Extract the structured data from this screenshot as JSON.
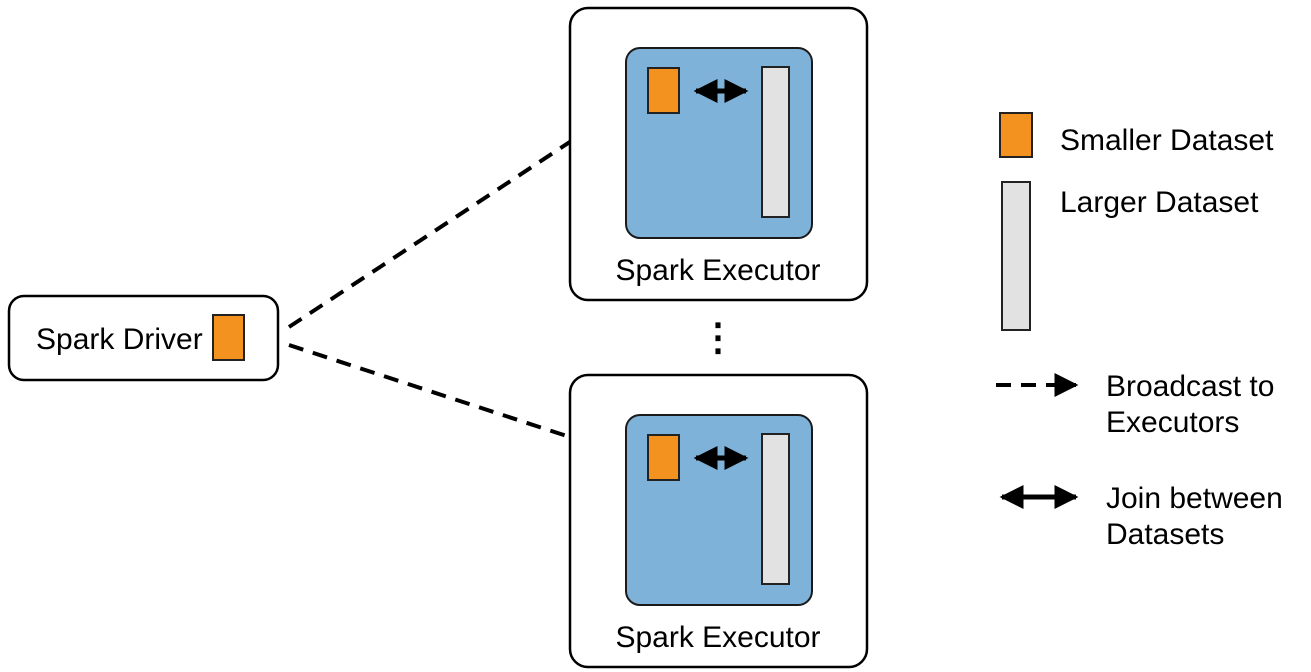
{
  "driver": {
    "label": "Spark Driver"
  },
  "executors": {
    "top_label": "Spark Executor",
    "bottom_label": "Spark Executor",
    "ellipsis": "⋮"
  },
  "legend": {
    "smaller": "Smaller Dataset",
    "larger": "Larger Dataset",
    "broadcast": [
      "Broadcast to",
      "Executors"
    ],
    "join": [
      "Join between",
      "Datasets"
    ]
  },
  "colors": {
    "smaller_dataset": "#F3921F",
    "larger_dataset": "#E2E2E2",
    "executor_block": "#7FB2D9",
    "line": "#000000"
  }
}
